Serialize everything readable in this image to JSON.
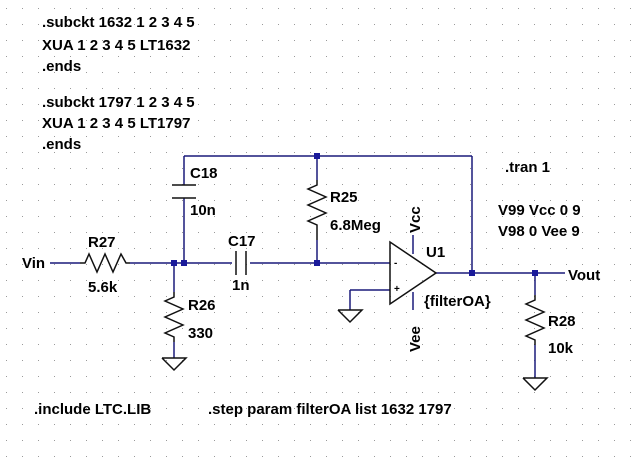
{
  "directives": {
    "subckt1": [
      ".subckt 1632 1 2 3 4 5",
      "XUA 1 2 3 4 5 LT1632",
      ".ends"
    ],
    "subckt2": [
      ".subckt 1797 1 2 3 4 5",
      "XUA 1 2 3 4 5 LT1797",
      ".ends"
    ],
    "tran": ".tran 1",
    "sources": [
      "V99 Vcc 0 9",
      "V98 0 Vee 9"
    ],
    "include": ".include LTC.LIB",
    "step": ".step param filterOA list 1632 1797"
  },
  "components": {
    "r27": {
      "name": "R27",
      "value": "5.6k"
    },
    "r26": {
      "name": "R26",
      "value": "330"
    },
    "c18": {
      "name": "C18",
      "value": "10n"
    },
    "c17": {
      "name": "C17",
      "value": "1n"
    },
    "r25": {
      "name": "R25",
      "value": "6.8Meg"
    },
    "r28": {
      "name": "R28",
      "value": "10k"
    },
    "u1": {
      "name": "U1",
      "model": "{filterOA}",
      "plus": "+",
      "minus": "-"
    }
  },
  "nets": {
    "vin": "Vin",
    "vout": "Vout",
    "vcc": "Vcc",
    "vee": "Vee"
  },
  "colors": {
    "wire": "#1a1a7a",
    "node": "#1a1a9a",
    "component": "#111111",
    "grid": "#9a9a9a"
  }
}
